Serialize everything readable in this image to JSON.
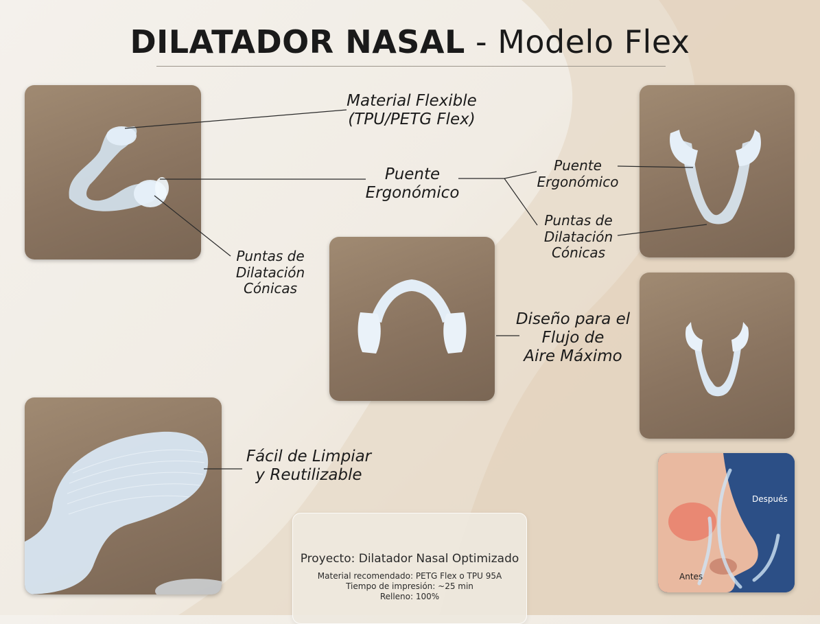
{
  "title": {
    "bold": "DILATADOR NASAL",
    "rest": " - Modelo Flex"
  },
  "labels": {
    "material": [
      "Material Flexible",
      "(TPU/PETG Flex)"
    ],
    "bridge_left": [
      "Puente",
      "Ergonómico"
    ],
    "tips_left": [
      "Puntas de",
      "Dilatación",
      "Cónicas"
    ],
    "bridge_right": [
      "Puente",
      "Ergonómico"
    ],
    "tips_right": [
      "Puntas de",
      "Dilatación",
      "Cónicas"
    ],
    "airflow": [
      "Diseño para el",
      "Flujo de",
      "Aire Máximo"
    ],
    "clean": [
      "Fácil de Limpiar",
      "y Reutilizable"
    ]
  },
  "card": {
    "title": "Proyecto: Dilatador Nasal Optimizado",
    "lines": [
      "Material recomendado: PETG Flex o TPU 95A",
      "Tiempo de impresión: ~25 min",
      "Relleno: 100%"
    ]
  },
  "diagram": {
    "after": "Después",
    "before": "Antes"
  },
  "colors": {
    "text": "#1b1b1b",
    "wood": "#8a7460",
    "diagram_bg": "#2c4f86",
    "skin": "#e9b9a0"
  }
}
